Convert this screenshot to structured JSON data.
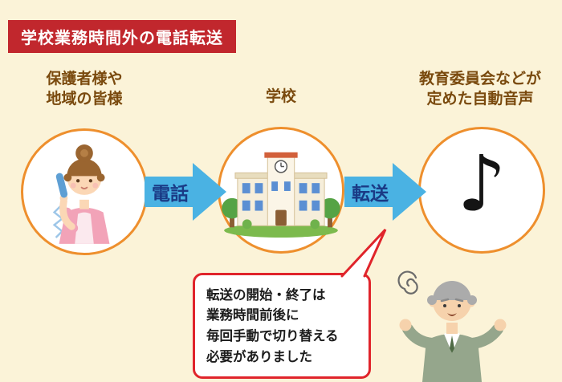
{
  "title": "学校業務時間外の電話転送",
  "nodes": [
    {
      "id": "callers",
      "label": "保護者様や\n地域の皆様",
      "icon": "woman-with-phone"
    },
    {
      "id": "school",
      "label": "学校",
      "icon": "school-building"
    },
    {
      "id": "auto-voice",
      "label": "教育委員会などが\n定めた自動音声",
      "icon": "music-note",
      "glyph": "♪"
    }
  ],
  "arrows": [
    {
      "id": "call",
      "label": "電話"
    },
    {
      "id": "forward",
      "label": "転送"
    }
  ],
  "bubble": {
    "text": "転送の開始・終了は\n業務時間前後に\n毎回手動で切り替える\n必要がありました"
  },
  "colors": {
    "background": "#FBF3D8",
    "banner_bg": "#C1272D",
    "banner_text": "#FFFFFF",
    "circle_border": "#EE8F2D",
    "arrow_fill": "#4AB2E3",
    "arrow_text": "#1A3A85",
    "label_text": "#7A4A0E",
    "bubble_border": "#E0242B"
  }
}
